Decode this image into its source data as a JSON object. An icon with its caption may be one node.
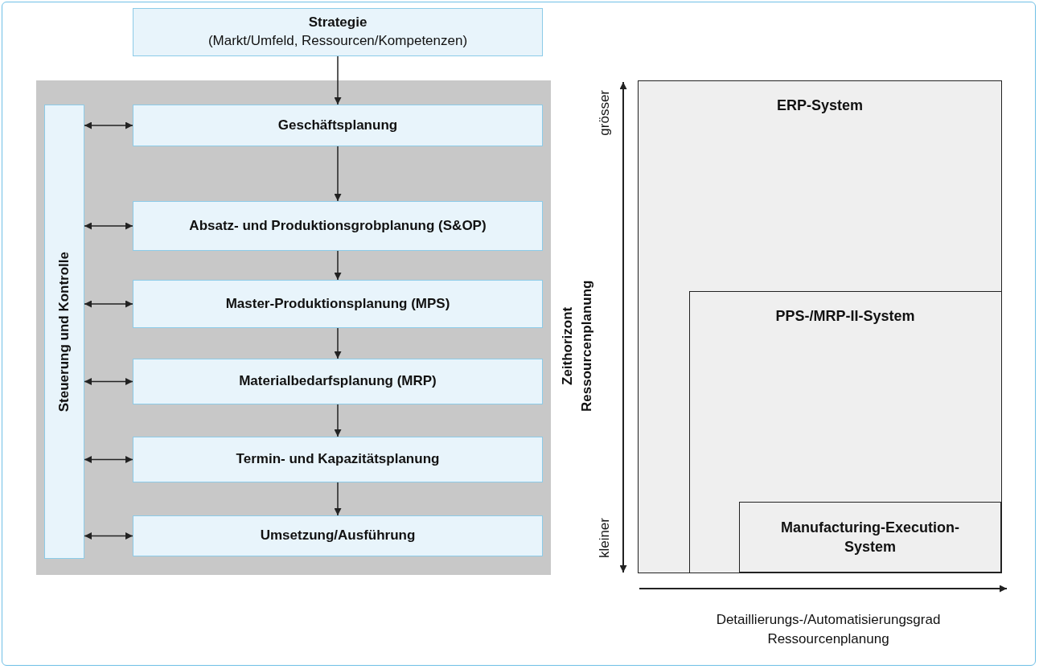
{
  "diagram": {
    "nodes": [
      {
        "text": [
          "Strategie",
          "(Markt/Umfeld, Ressourcen/Kompetenzen)"
        ]
      },
      {
        "text": [],
        "shape": "box"
      },
      {
        "text": [
          "Steuerung und Kontrolle"
        ],
        "in": 1
      },
      {
        "text": [
          "Geschäftsplanung"
        ],
        "in": 1
      },
      {
        "text": [
          "Absatz- und Produktionsgrobplanung (S&OP)"
        ],
        "in": 1
      },
      {
        "text": [
          "Master-Produktionsplanung (MPS)"
        ],
        "in": 1
      },
      {
        "text": [
          "Materialbedarfsplanung (MRP)"
        ],
        "in": 1
      },
      {
        "text": [
          "Termin- und Kapazitätsplanung"
        ],
        "in": 1
      },
      {
        "text": [
          "Umsetzung/Ausführung"
        ],
        "in": 1
      },
      {
        "text": [
          "ERP-System"
        ]
      },
      {
        "text": [
          "PPS-/MRP-II-System"
        ],
        "in": 9
      },
      {
        "text": [
          "Manufacturing-Execution-System"
        ],
        "in": 10
      }
    ],
    "edges": [
      {
        "from": 0,
        "to": 3,
        "arrow": "to"
      },
      {
        "from": 2,
        "to": 3,
        "arrow": "both"
      },
      {
        "from": 3,
        "to": 4,
        "arrow": "to"
      },
      {
        "from": 2,
        "to": 4,
        "arrow": "both"
      },
      {
        "from": 4,
        "to": 5,
        "arrow": "to"
      },
      {
        "from": 2,
        "to": 5,
        "arrow": "both"
      },
      {
        "from": 5,
        "to": 6,
        "arrow": "to"
      },
      {
        "from": 2,
        "to": 6,
        "arrow": "both"
      },
      {
        "from": 6,
        "to": 7,
        "arrow": "to"
      },
      {
        "from": 2,
        "to": 7,
        "arrow": "both"
      },
      {
        "from": 7,
        "to": 8,
        "arrow": "to"
      },
      {
        "from": 2,
        "to": 8,
        "arrow": "both"
      }
    ],
    "labels": [
      "grösser",
      "kleiner",
      "Zeithorizont Ressourcenplanung",
      "Detaillierungs-/Automatisierungsgrad Ressourcenplanung"
    ]
  }
}
